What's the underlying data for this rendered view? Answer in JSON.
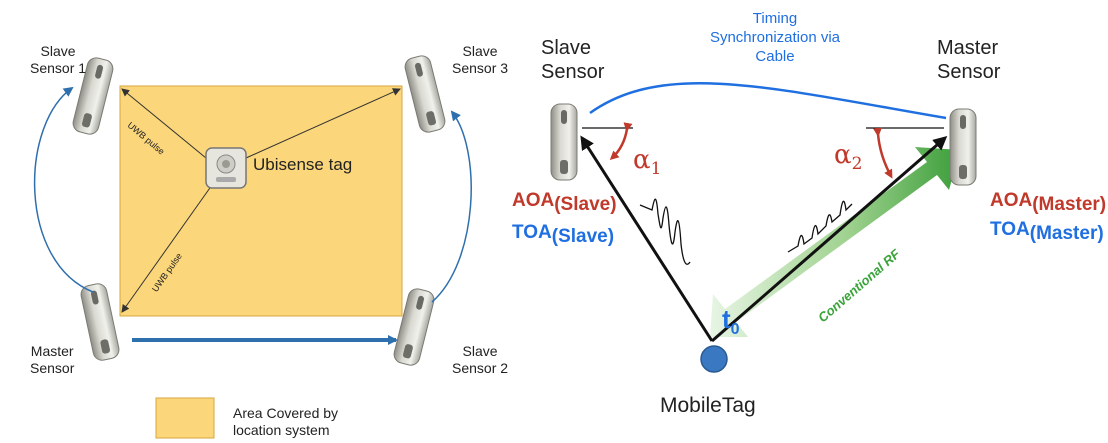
{
  "left_diagram": {
    "sensors": {
      "slave1": [
        "Slave",
        "Sensor 1"
      ],
      "slave3": [
        "Slave",
        "Sensor 3"
      ],
      "master": [
        "Master",
        "Sensor"
      ],
      "slave2": [
        "Slave",
        "Sensor 2"
      ]
    },
    "tag_label": "Ubisense tag",
    "pulse_label": "UWB pulse",
    "legend": [
      "Area Covered by",
      "location system"
    ],
    "colors": {
      "area": "#fbd67a",
      "arrow": "#2e6fae"
    }
  },
  "right_diagram": {
    "slave_sensor": [
      "Slave",
      "Sensor"
    ],
    "master_sensor": [
      "Master",
      "Sensor"
    ],
    "sync": [
      "Timing",
      "Synchronization via",
      "Cable"
    ],
    "aoa_slave": {
      "base": "AOA",
      "sub": "(Slave)"
    },
    "toa_slave": {
      "base": "TOA",
      "sub": "(Slave)"
    },
    "aoa_master": {
      "base": "AOA",
      "sub": "(Master)"
    },
    "toa_master": {
      "base": "TOA",
      "sub": "(Master)"
    },
    "alpha1": {
      "base": "α",
      "sub": "1"
    },
    "alpha2": {
      "base": "α",
      "sub": "2"
    },
    "t0": {
      "base": "t",
      "sub": "0"
    },
    "conventional_rf": "Conventional RF",
    "mobile_tag": "MobileTag",
    "colors": {
      "aoa": "#c0392b",
      "toa": "#1f6fe0",
      "rf": "#3aa33a",
      "tag": "#3a78c2"
    }
  }
}
